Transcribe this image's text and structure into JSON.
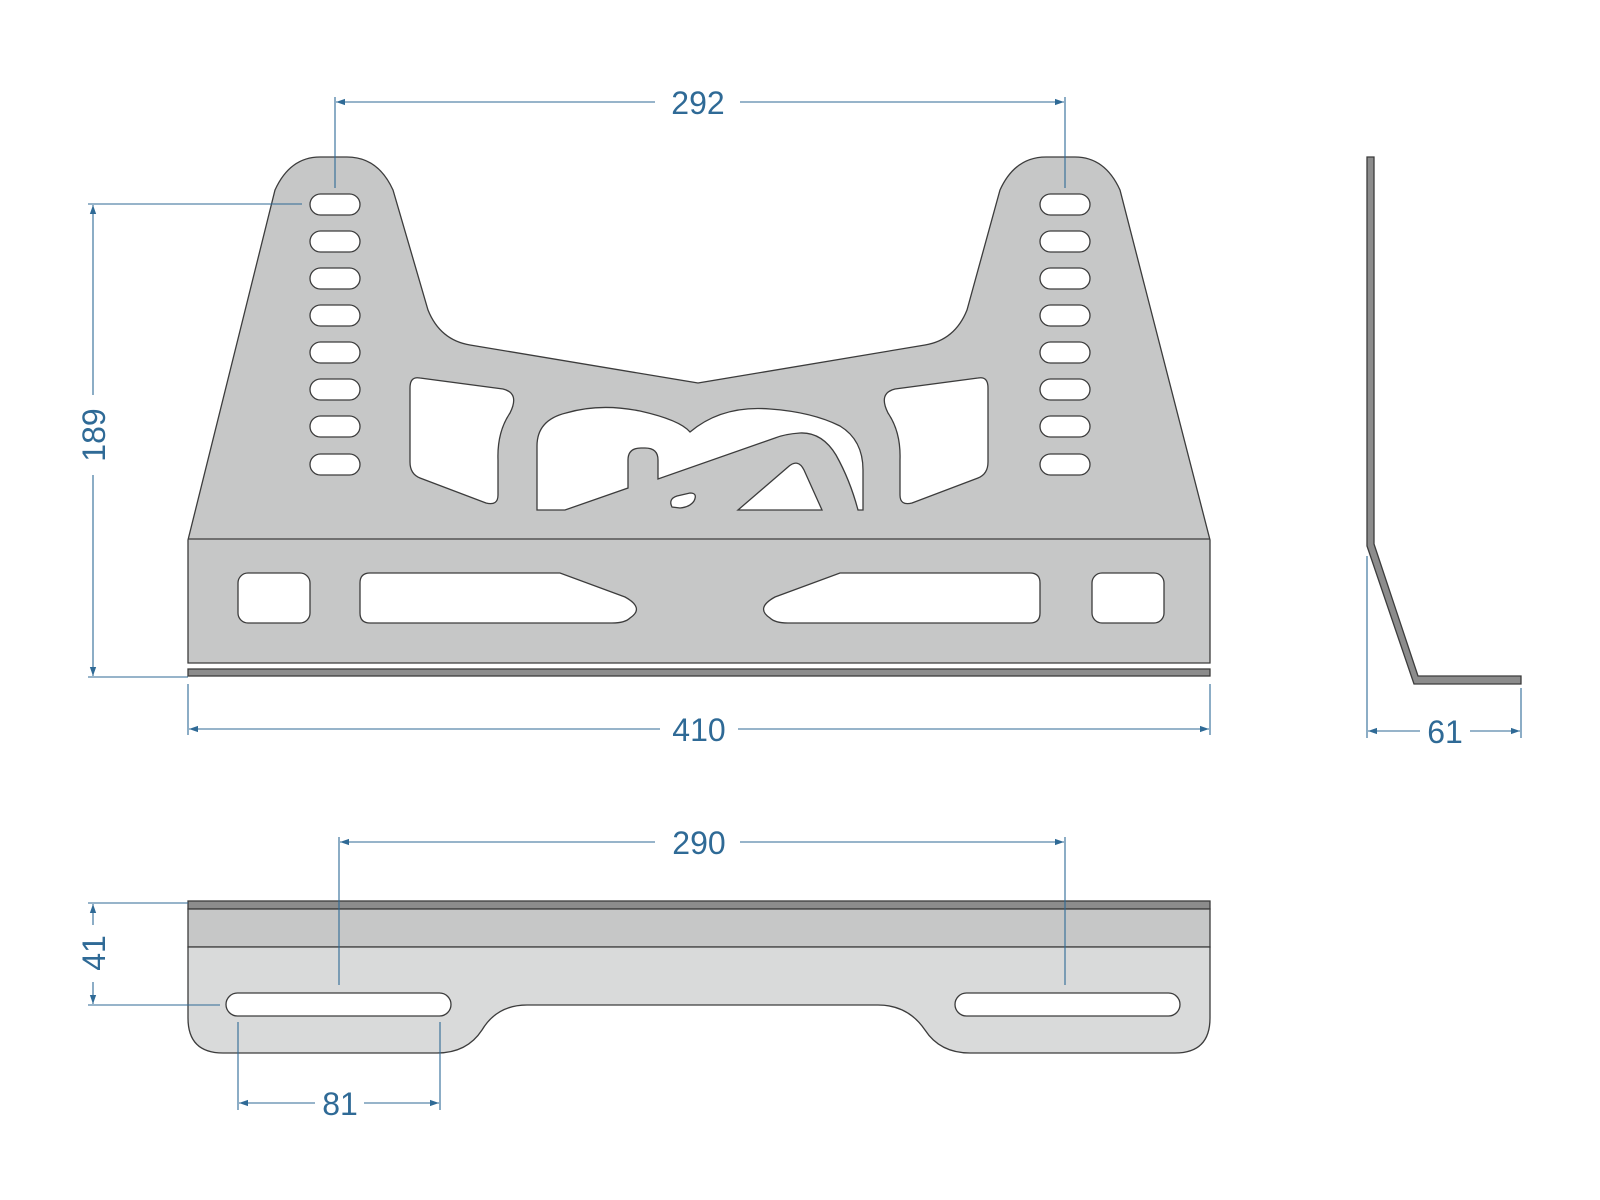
{
  "dimensions": {
    "front_top_hole_spacing": "292",
    "front_overall_height": "189",
    "front_overall_width": "410",
    "side_flange_depth": "61",
    "bottom_slot_spacing": "290",
    "bottom_flange_width": "41",
    "bottom_slot_length": "81"
  },
  "colors": {
    "dimension": "#2f6a96",
    "plate": "#c6c7c7",
    "plate_light": "#d9dada",
    "edge": "#8c8c8c",
    "outline": "#3c3c3c"
  }
}
